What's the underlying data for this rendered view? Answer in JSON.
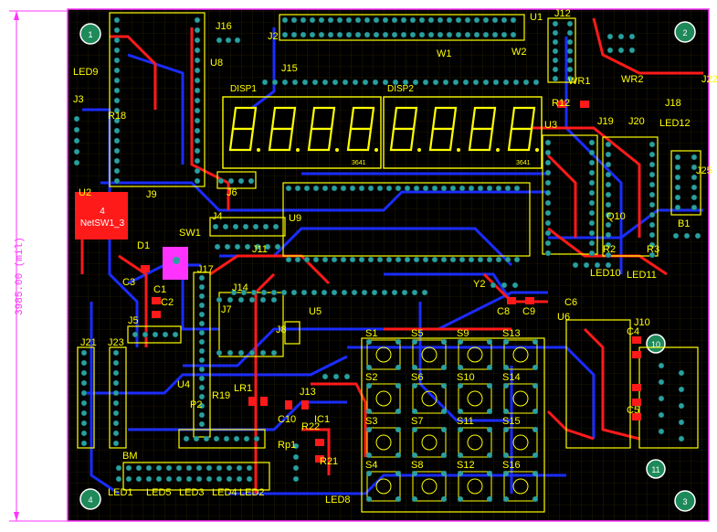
{
  "dimension": {
    "label": "3985.00 (mil)"
  },
  "display": {
    "digits": 8,
    "left_code": "3641",
    "right_code": "3641",
    "left_label": "DISP1",
    "right_label": "DISP2"
  },
  "net_label": {
    "line1": "4",
    "line2": "NetSW1_3"
  },
  "hole_numbers": [
    "1",
    "2",
    "3",
    "4",
    "10",
    "11"
  ],
  "button_labels": [
    "S1",
    "S5",
    "S9",
    "S13",
    "S2",
    "S6",
    "S10",
    "S14",
    "S3",
    "S7",
    "S11",
    "S15",
    "S4",
    "S8",
    "S12",
    "S16"
  ],
  "labels": [
    {
      "id": "lbl-j16",
      "text": "J16"
    },
    {
      "id": "lbl-j2",
      "text": "J2"
    },
    {
      "id": "lbl-u1",
      "text": "U1"
    },
    {
      "id": "lbl-j12",
      "text": "J12"
    },
    {
      "id": "lbl-j15",
      "text": "J15"
    },
    {
      "id": "lbl-w1",
      "text": "W1"
    },
    {
      "id": "lbl-w2",
      "text": "W2"
    },
    {
      "id": "lbl-led9",
      "text": "LED9"
    },
    {
      "id": "lbl-u8",
      "text": "U8"
    },
    {
      "id": "lbl-wr1",
      "text": "WR1"
    },
    {
      "id": "lbl-wr2",
      "text": "WR2"
    },
    {
      "id": "lbl-j3",
      "text": "J3"
    },
    {
      "id": "lbl-r18",
      "text": "R18"
    },
    {
      "id": "lbl-r12",
      "text": "R12"
    },
    {
      "id": "lbl-j18",
      "text": "J18"
    },
    {
      "id": "lbl-j19",
      "text": "J19"
    },
    {
      "id": "lbl-j20",
      "text": "J20"
    },
    {
      "id": "lbl-led12",
      "text": "LED12"
    },
    {
      "id": "lbl-u3",
      "text": "U3"
    },
    {
      "id": "lbl-j25",
      "text": "J25"
    },
    {
      "id": "lbl-j22",
      "text": "J22"
    },
    {
      "id": "lbl-j9",
      "text": "J9"
    },
    {
      "id": "lbl-j6",
      "text": "J6"
    },
    {
      "id": "lbl-u2",
      "text": "U2"
    },
    {
      "id": "lbl-u9",
      "text": "U9"
    },
    {
      "id": "lbl-j4",
      "text": "J4"
    },
    {
      "id": "lbl-sw1",
      "text": "SW1"
    },
    {
      "id": "lbl-d1",
      "text": "D1"
    },
    {
      "id": "lbl-j11",
      "text": "J11"
    },
    {
      "id": "lbl-b1",
      "text": "B1"
    },
    {
      "id": "lbl-r2",
      "text": "R2"
    },
    {
      "id": "lbl-r3",
      "text": "R3"
    },
    {
      "id": "lbl-led10",
      "text": "LED10"
    },
    {
      "id": "lbl-led11",
      "text": "LED11"
    },
    {
      "id": "lbl-j17",
      "text": "J17"
    },
    {
      "id": "lbl-c3",
      "text": "C3"
    },
    {
      "id": "lbl-c1",
      "text": "C1"
    },
    {
      "id": "lbl-c2",
      "text": "C2"
    },
    {
      "id": "lbl-j14",
      "text": "J14"
    },
    {
      "id": "lbl-y2",
      "text": "Y2"
    },
    {
      "id": "lbl-c8",
      "text": "C8"
    },
    {
      "id": "lbl-c9",
      "text": "C9"
    },
    {
      "id": "lbl-c6",
      "text": "C6"
    },
    {
      "id": "lbl-u6",
      "text": "U6"
    },
    {
      "id": "lbl-j7",
      "text": "J7"
    },
    {
      "id": "lbl-u5",
      "text": "U5"
    },
    {
      "id": "lbl-j10",
      "text": "J10"
    },
    {
      "id": "lbl-j5",
      "text": "J5"
    },
    {
      "id": "lbl-j8",
      "text": "J8"
    },
    {
      "id": "lbl-j21",
      "text": "J21"
    },
    {
      "id": "lbl-j23",
      "text": "J23"
    },
    {
      "id": "lbl-u4",
      "text": "U4"
    },
    {
      "id": "lbl-r19",
      "text": "R19"
    },
    {
      "id": "lbl-lr1",
      "text": "LR1"
    },
    {
      "id": "lbl-j13",
      "text": "J13"
    },
    {
      "id": "lbl-p2",
      "text": "P2"
    },
    {
      "id": "lbl-c10",
      "text": "C10"
    },
    {
      "id": "lbl-r22",
      "text": "R22"
    },
    {
      "id": "lbl-ic1",
      "text": "IC1"
    },
    {
      "id": "lbl-r21",
      "text": "R21"
    },
    {
      "id": "lbl-rp1",
      "text": "Rp1"
    },
    {
      "id": "lbl-bm",
      "text": "BM"
    },
    {
      "id": "lbl-led1",
      "text": "LED1"
    },
    {
      "id": "lbl-led5",
      "text": "LED5"
    },
    {
      "id": "lbl-led3",
      "text": "LED3"
    },
    {
      "id": "lbl-led4",
      "text": "LED4"
    },
    {
      "id": "lbl-led2",
      "text": "LED2"
    },
    {
      "id": "lbl-led8",
      "text": "LED8"
    },
    {
      "id": "lbl-c4",
      "text": "C4"
    },
    {
      "id": "lbl-c5",
      "text": "C5"
    },
    {
      "id": "lbl-q10",
      "text": "Q10"
    }
  ],
  "colors": {
    "board": "#000000",
    "silkscreen": "#ffff00",
    "top_copper": "#ff1a1a",
    "bottom_copper": "#1a2cff",
    "outline": "#ff33ff",
    "pad": "#2aa0a0"
  }
}
